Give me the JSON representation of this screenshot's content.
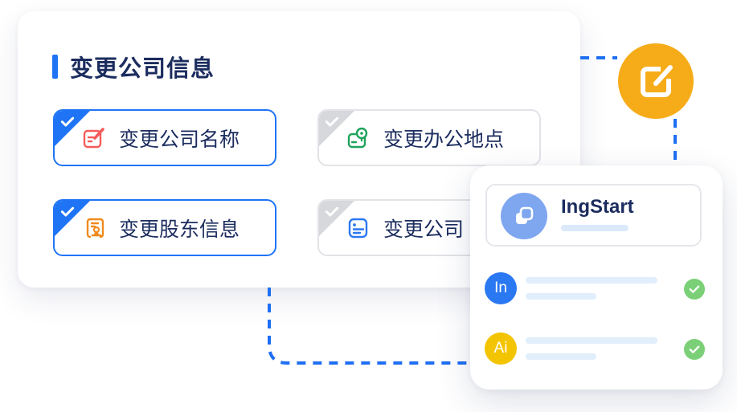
{
  "card": {
    "title": "变更公司信息",
    "buttons": [
      {
        "label": "变更公司名称",
        "selected": true,
        "icon": "edit-document-icon",
        "icon_color": "#F55B5B"
      },
      {
        "label": "变更办公地点",
        "selected": false,
        "icon": "location-card-icon",
        "icon_color": "#1EA35C"
      },
      {
        "label": "变更股东信息",
        "selected": true,
        "icon": "stamp-certificate-icon",
        "icon_color": "#F08A1D"
      },
      {
        "label": "变更公司",
        "selected": false,
        "icon": "document-lines-icon",
        "icon_color": "#2B78F3"
      }
    ]
  },
  "edit_bubble": {
    "icon": "edit-pencil-square-icon",
    "color": "#F6AC19"
  },
  "panel": {
    "brand": "IngStart",
    "brand_icon": "stacked-squares-logo-icon",
    "rows": [
      {
        "avatar_text": "In",
        "avatar_color": "#2B78F3",
        "status_icon": "check-circle-icon"
      },
      {
        "avatar_text": "Ai",
        "avatar_color": "#F3C402",
        "status_icon": "check-circle-icon"
      }
    ]
  },
  "colors": {
    "accent_blue": "#1F74F6",
    "navy_text": "#1B2C5E",
    "gray_border": "#E2E3E7",
    "gray_corner": "#D6D8DC",
    "success_green": "#7BD077",
    "placeholder_blue": "#E1EEFB",
    "connector_blue": "#1F6FF2"
  }
}
